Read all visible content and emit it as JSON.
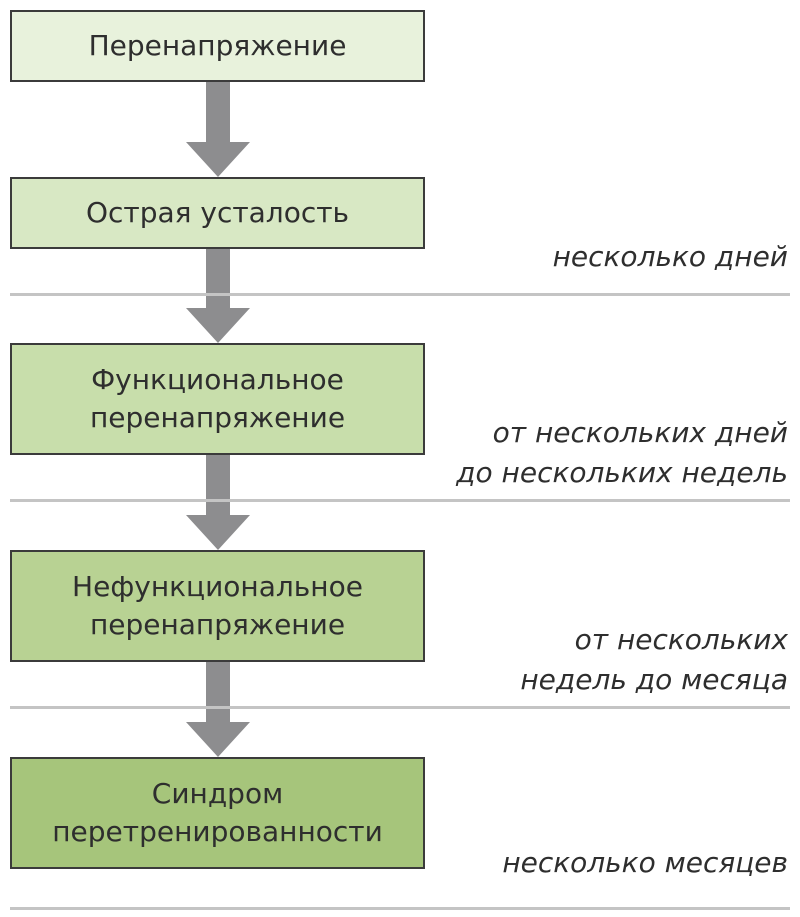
{
  "stages": [
    {
      "label": "Перенапряжение",
      "color": "#e8f2dc"
    },
    {
      "label": "Острая усталость",
      "color": "#d8e8c4"
    },
    {
      "label": "Функциональное\nперенапряжение",
      "color": "#c8deab"
    },
    {
      "label": "Нефункциональное\nперенапряжение",
      "color": "#b8d293"
    },
    {
      "label": "Синдром\nперетренированности",
      "color": "#a6c57b"
    }
  ],
  "durations": [
    {
      "label": "несколько дней"
    },
    {
      "label": "от нескольких дней\nдо нескольких недель"
    },
    {
      "label": "от нескольких\nнедель до месяца"
    },
    {
      "label": "несколько месяцев"
    }
  ],
  "colors": {
    "arrow": "#8d8d8f",
    "divider": "#c4c4c4",
    "border": "#3b3b3b"
  }
}
